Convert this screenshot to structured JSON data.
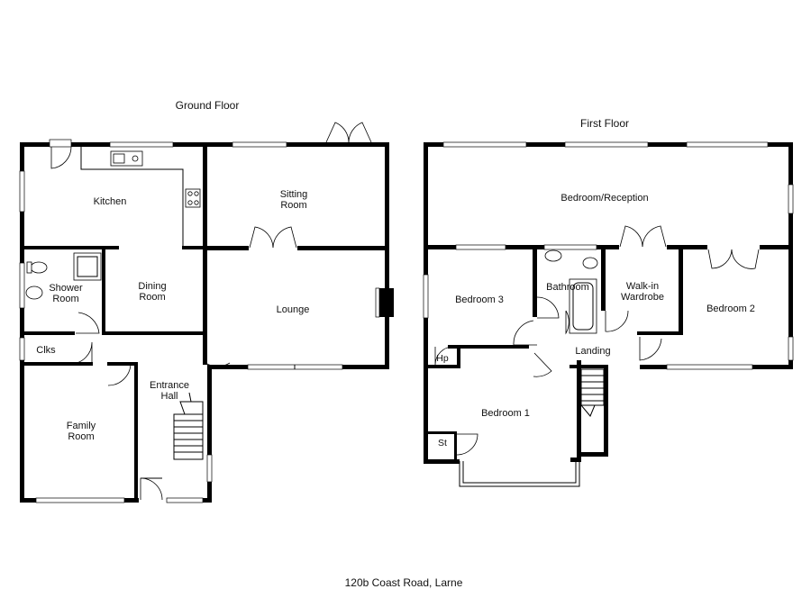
{
  "titles": {
    "ground": "Ground Floor",
    "first": "First Floor",
    "address": "120b Coast Road, Larne"
  },
  "ground_rooms": {
    "kitchen": "Kitchen",
    "sitting_1": "Sitting",
    "sitting_2": "Room",
    "shower_1": "Shower",
    "shower_2": "Room",
    "dining_1": "Dining",
    "dining_2": "Room",
    "lounge": "Lounge",
    "clks": "Clks",
    "entrance_1": "Entrance",
    "entrance_2": "Hall",
    "family_1": "Family",
    "family_2": "Room"
  },
  "first_rooms": {
    "bedroom_reception": "Bedroom/Reception",
    "bedroom3": "Bedroom 3",
    "bathroom": "Bathroom",
    "walkin_1": "Walk-in",
    "walkin_2": "Wardrobe",
    "bedroom2": "Bedroom 2",
    "landing": "Landing",
    "hp": "Hp",
    "bedroom1": "Bedroom 1",
    "st": "St"
  }
}
